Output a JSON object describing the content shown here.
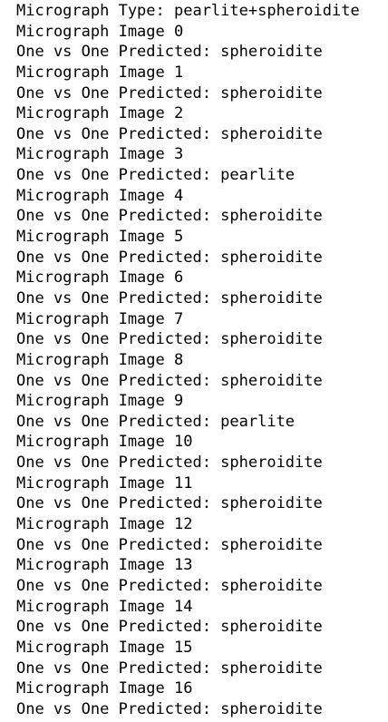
{
  "output": {
    "lines": [
      "Micrograph Type: pearlite+spheroidite",
      "Micrograph Image 0",
      "One vs One Predicted: spheroidite",
      "Micrograph Image 1",
      "One vs One Predicted: spheroidite",
      "Micrograph Image 2",
      "One vs One Predicted: spheroidite",
      "Micrograph Image 3",
      "One vs One Predicted: pearlite",
      "Micrograph Image 4",
      "One vs One Predicted: spheroidite",
      "Micrograph Image 5",
      "One vs One Predicted: spheroidite",
      "Micrograph Image 6",
      "One vs One Predicted: spheroidite",
      "Micrograph Image 7",
      "One vs One Predicted: spheroidite",
      "Micrograph Image 8",
      "One vs One Predicted: spheroidite",
      "Micrograph Image 9",
      "One vs One Predicted: pearlite",
      "Micrograph Image 10",
      "One vs One Predicted: spheroidite",
      "Micrograph Image 11",
      "One vs One Predicted: spheroidite",
      "Micrograph Image 12",
      "One vs One Predicted: spheroidite",
      "Micrograph Image 13",
      "One vs One Predicted: spheroidite",
      "Micrograph Image 14",
      "One vs One Predicted: spheroidite",
      "Micrograph Image 15",
      "One vs One Predicted: spheroidite",
      "Micrograph Image 16",
      "One vs One Predicted: spheroidite"
    ]
  }
}
